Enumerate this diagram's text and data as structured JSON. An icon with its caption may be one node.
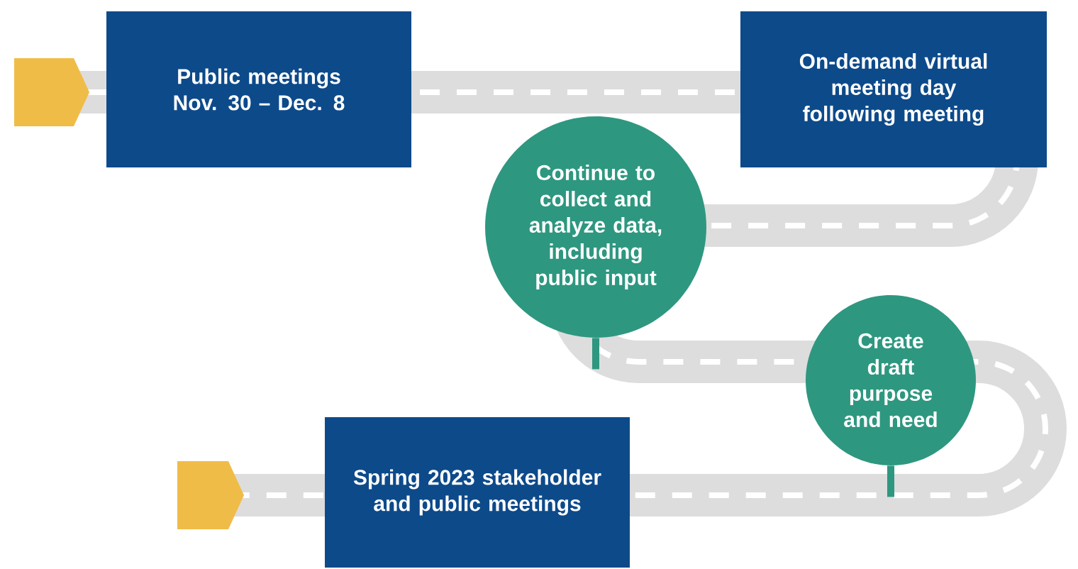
{
  "diagram": {
    "nodes": [
      {
        "text": [
          "Public meetings Nov. 30 – Dec. 8"
        ]
      },
      {
        "text": [
          "On-demand virtual meeting day following meeting"
        ]
      },
      {
        "text": [
          "Continue to collect and analyze data, including public input"
        ]
      },
      {
        "text": [
          "Create draft purpose and need"
        ]
      },
      {
        "text": [
          "Spring 2023 stakeholder and public meetings"
        ]
      }
    ]
  }
}
